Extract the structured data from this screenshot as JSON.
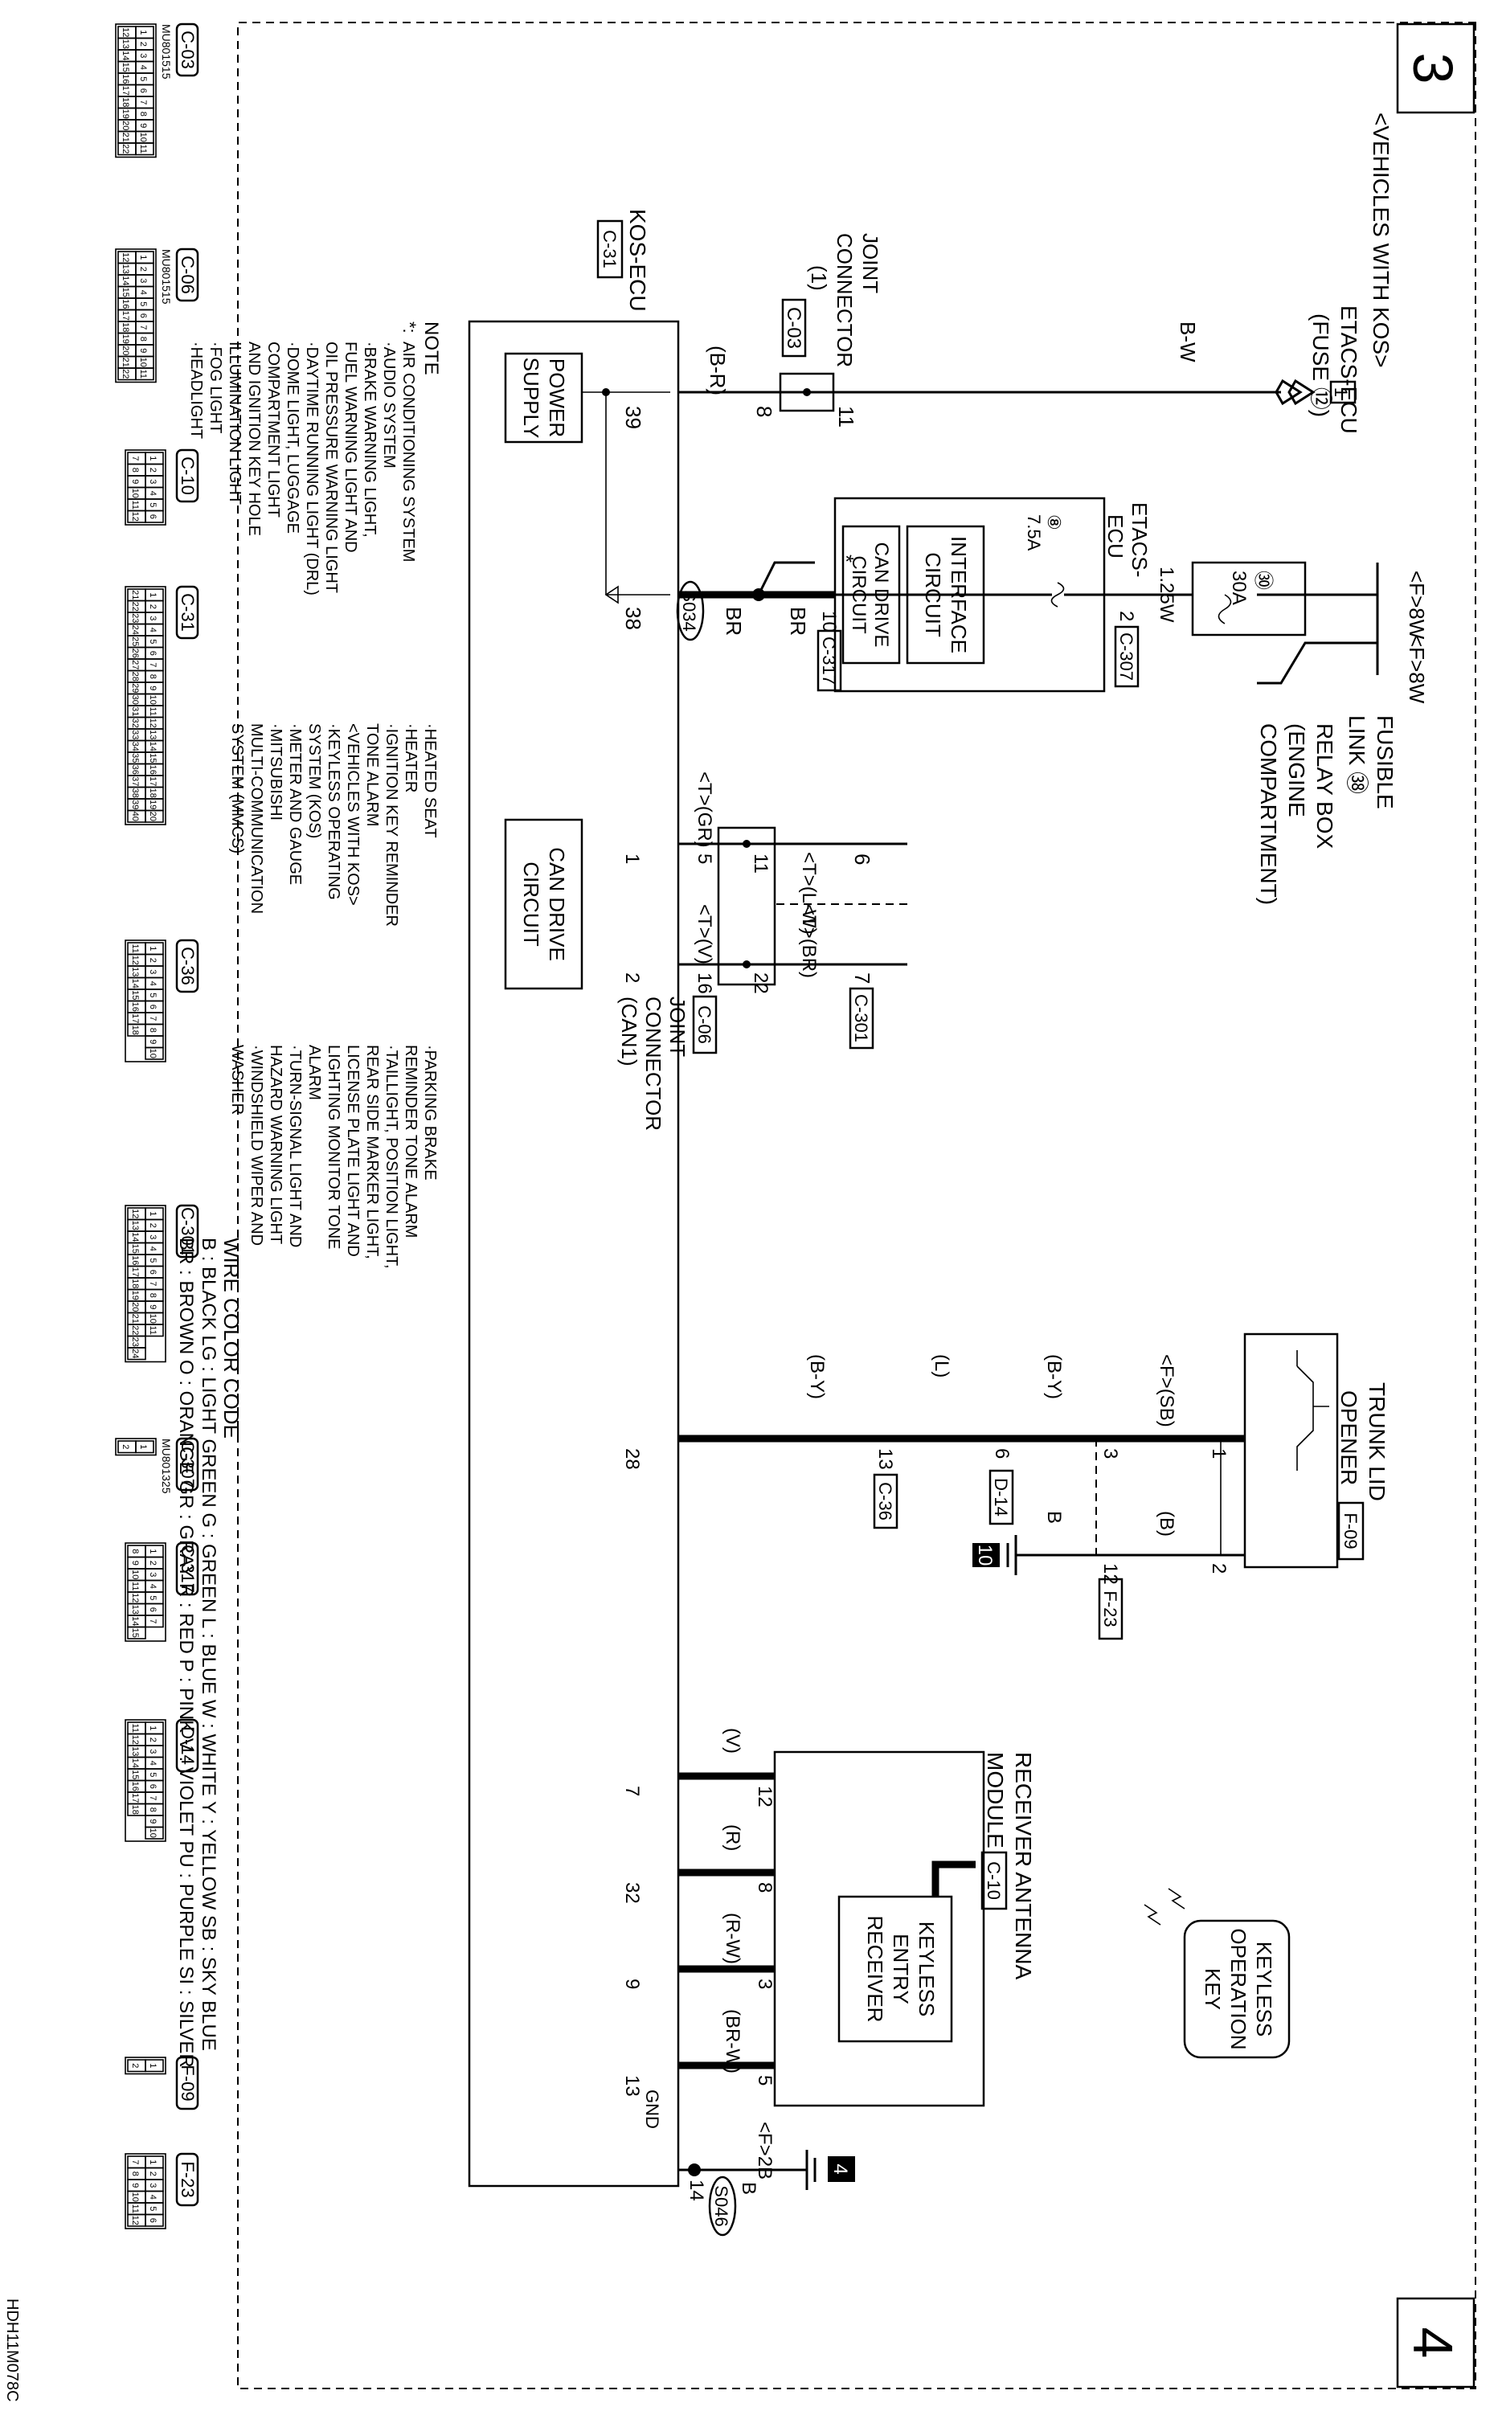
{
  "page_numbers": {
    "top": "3",
    "bottom": "4"
  },
  "variant_note": "<VEHICLES WITH KOS>",
  "fuse": {
    "name1": "ETACS-ECU",
    "name2": "(FUSE ⑫)",
    "num": "1"
  },
  "fusible_link": {
    "name1": "FUSIBLE",
    "name2": "LINK ㊳",
    "num": "㉚",
    "amps": "30A",
    "ground1": "<F>8W",
    "ground2": "<F>8W"
  },
  "relay_box": {
    "l1": "RELAY BOX",
    "l2": "(ENGINE",
    "l3": "COMPARTMENT)"
  },
  "etacs": {
    "l1": "ETACS-",
    "l2": "ECU",
    "fuse_num": "⑧",
    "fuse_amps": "7.5A"
  },
  "can_drive_etacs": {
    "l1": "CAN DRIVE",
    "l2": "CIRCUIT"
  },
  "interface": {
    "l1": "INTERFACE",
    "l2": "CIRCUIT"
  },
  "joint_connector1": {
    "l1": "JOINT",
    "l2": "CONNECTOR",
    "l3": "(1)",
    "conn": "C-03"
  },
  "joint_connector_can": {
    "l1": "JOINT",
    "l2": "CONNECTOR",
    "l3": "(CAN1)",
    "conn": "C-06"
  },
  "kos_ecu": {
    "name": "KOS-ECU",
    "conn": "C-31",
    "power1": "POWER",
    "power2": "SUPPLY",
    "can1": "CAN DRIVE",
    "can2": "CIRCUIT",
    "gnd": "GND"
  },
  "trunk": {
    "l1": "TRUNK LID",
    "l2": "OPENER",
    "conn": "F-09"
  },
  "receiver": {
    "l1": "RECEIVER ANTENNA",
    "l2": "MODULE",
    "conn": "C-10",
    "inner1": "KEYLESS",
    "inner2": "ENTRY",
    "inner3": "RECEIVER"
  },
  "keyless_key": {
    "l1": "KEYLESS",
    "l2": "OPERATION",
    "l3": "KEY"
  },
  "wire_labels": {
    "bw": "B-W",
    "br_fuse": "1.25W",
    "br": "BR",
    "br2": "BR",
    "b_r": "(B-R)",
    "can_lw": "<T>(L-W)",
    "can_br": "<T>(BR)",
    "can_gr": "<T>(GR)",
    "can_v": "<T>(V)",
    "sb": "<F>(SB)",
    "by1": "(B-Y)",
    "l": "(L)",
    "by2": "(B-Y)",
    "b_paren": "(B)",
    "b": "B",
    "v": "(V)",
    "r": "(R)",
    "rw": "(R-W)",
    "brw": "(BR-W)",
    "gnd_b": "B",
    "gnd_f": "<F>2B"
  },
  "pins": {
    "p11": "11",
    "p8": "8",
    "p39": "39",
    "p2": "2",
    "p10": "10",
    "p38": "38",
    "p6": "6",
    "p11b": "11",
    "p5": "5",
    "p1": "1",
    "p7": "7",
    "p22": "22",
    "p16": "16",
    "p2b": "2",
    "t1": "1",
    "t3": "3",
    "t6": "6",
    "t13": "13",
    "t28": "28",
    "t2": "2",
    "t12": "12",
    "r12": "12",
    "r7": "7",
    "r8": "8",
    "r32": "32",
    "r3": "3",
    "r9": "9",
    "r5": "5",
    "r13": "13",
    "g14": "14"
  },
  "conn_refs": {
    "c307": "C-307",
    "c317": "C-317",
    "c301": "C-301",
    "c06": "C-06",
    "d14": "D-14",
    "c36": "C-36",
    "f23": "F-23"
  },
  "splices": {
    "s034": "S034",
    "s046": "S046",
    "star": "*"
  },
  "grounds": {
    "g10": "10",
    "g4": "4"
  },
  "note": {
    "title": "NOTE",
    "star": "*:",
    "col1": [
      "AIR CONDITIONING SYSTEM",
      "·AUDIO SYSTEM",
      "·BRAKE WARNING LIGHT,",
      " FUEL WARNING LIGHT AND",
      " OIL PRESSURE WARNING LIGHT",
      "·DAYTIME RUNNING LIGHT (DRL)",
      "·DOME LIGHT, LUGGAGE",
      " COMPARTMENT LIGHT",
      " AND IGNITION KEY HOLE",
      " ILLUMINATION LIGHT",
      "·FOG LIGHT",
      "·HEADLIGHT"
    ],
    "col2": [
      "·HEATED SEAT",
      "·HEATER",
      "·IGNITION KEY REMINDER",
      " TONE ALARM",
      " <VEHICLES WITH KOS>",
      "·KEYLESS OPERATING",
      " SYSTEM (KOS)",
      "·METER AND GAUGE",
      "·MITSUBISHI",
      " MULTI-COMMUNICATION",
      " SYSTEM (MMCS)"
    ],
    "col3": [
      "·PARKING BRAKE",
      " REMINDER TONE ALARM",
      "·TAILLIGHT, POSITION LIGHT,",
      " REAR SIDE MARKER LIGHT,",
      " LICENSE PLATE LIGHT AND",
      " LIGHTING MONITOR TONE",
      " ALARM",
      "·TURN-SIGNAL LIGHT AND",
      " HAZARD WARNING LIGHT",
      "·WINDSHIELD WIPER AND",
      " WASHER"
    ]
  },
  "wire_color_code": {
    "title": "WIRE COLOR CODE",
    "line1": "B : BLACK    LG : LIGHT GREEN    G : GREEN    L : BLUE    W : WHITE    Y : YELLOW    SB : SKY BLUE",
    "line2": "BR : BROWN    O : ORANGE    GR : GRAY    R : RED    P : PINK    V : VIOLET    PU : PURPLE    SI : SILVER"
  },
  "connectors": [
    {
      "id": "C-03",
      "sub": "MU801515",
      "row1": [
        "1",
        "2",
        "3",
        "4",
        "5",
        "6",
        "7",
        "8",
        "9",
        "10",
        "11"
      ],
      "row2": [
        "12",
        "13",
        "14",
        "15",
        "16",
        "17",
        "18",
        "19",
        "20",
        "21",
        "22"
      ]
    },
    {
      "id": "C-06",
      "sub": "MU801515",
      "row1": [
        "1",
        "2",
        "3",
        "4",
        "5",
        "6",
        "7",
        "8",
        "9",
        "10",
        "11"
      ],
      "row2": [
        "12",
        "13",
        "14",
        "15",
        "16",
        "17",
        "18",
        "19",
        "20",
        "21",
        "22"
      ]
    },
    {
      "id": "C-10",
      "sub": "",
      "row1": [
        "1",
        "2",
        "3",
        "4",
        "5",
        "6"
      ],
      "row2": [
        "7",
        "8",
        "9",
        "10",
        "11",
        "12"
      ]
    },
    {
      "id": "C-31",
      "sub": "",
      "row1": [
        "1",
        "2",
        "3",
        "4",
        "5",
        "6",
        "7",
        "8",
        "9",
        "10",
        "11",
        "12",
        "13",
        "14",
        "15",
        "16",
        "17",
        "18",
        "19",
        "20"
      ],
      "row2": [
        "21",
        "22",
        "23",
        "24",
        "25",
        "26",
        "27",
        "28",
        "29",
        "30",
        "31",
        "32",
        "33",
        "34",
        "35",
        "36",
        "37",
        "38",
        "39",
        "40"
      ]
    },
    {
      "id": "C-36",
      "sub": "",
      "row1": [
        "1",
        "2",
        "3",
        "4",
        "5",
        "6",
        "7",
        "8",
        "9",
        "10"
      ],
      "row2": [
        "11",
        "12",
        "13",
        "14",
        "15",
        "16",
        "17",
        "18"
      ]
    },
    {
      "id": "C-301",
      "sub": "",
      "row1": [
        "1",
        "2",
        "3",
        "4",
        "5",
        "6",
        "7",
        "8",
        "9",
        "10",
        "11"
      ],
      "row2": [
        "12",
        "13",
        "14",
        "15",
        "16",
        "17",
        "18",
        "19",
        "20",
        "21",
        "22",
        "23",
        "24"
      ]
    },
    {
      "id": "C-307",
      "sub": "MU801325",
      "row1": [
        "1"
      ],
      "row2": [
        "2"
      ]
    },
    {
      "id": "C-317",
      "sub": "",
      "row1": [
        "1",
        "2",
        "3",
        "4",
        "5",
        "6",
        "7"
      ],
      "row2": [
        "8",
        "9",
        "10",
        "11",
        "12",
        "13",
        "14",
        "15"
      ]
    },
    {
      "id": "D-14",
      "sub": "",
      "row1": [
        "1",
        "2",
        "3",
        "4",
        "5",
        "6",
        "7",
        "8",
        "9",
        "10"
      ],
      "row2": [
        "11",
        "12",
        "13",
        "14",
        "15",
        "16",
        "17",
        "18"
      ]
    },
    {
      "id": "F-09",
      "sub": "",
      "row1": [
        "1"
      ],
      "row2": [
        "2"
      ]
    },
    {
      "id": "F-23",
      "sub": "",
      "row1": [
        "1",
        "2",
        "3",
        "4",
        "5",
        "6"
      ],
      "row2": [
        "7",
        "8",
        "9",
        "10",
        "11",
        "12"
      ]
    }
  ],
  "diagram_code": "HDH11M078C"
}
